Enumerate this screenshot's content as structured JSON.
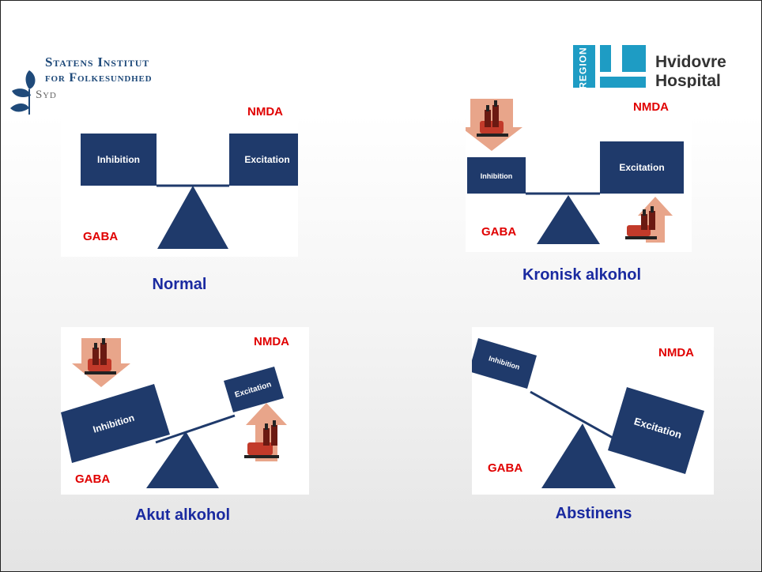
{
  "logo_left": {
    "line1": "Statens Institut",
    "line2": "for Folkesundhed",
    "line3": "Syd"
  },
  "logo_right": {
    "region_text": "REGION",
    "hospital_line1": "Hvidovre",
    "hospital_line2": "Hospital"
  },
  "colors": {
    "block": "#1f3a6b",
    "receptor_label": "#e00000",
    "caption": "#1a2aa0",
    "logo_teal": "#1e9cc4"
  },
  "panels": [
    {
      "caption": "Normal",
      "nmda": "NMDA",
      "gaba": "GABA",
      "inhibition": "Inhibition",
      "excitation": "Excitation"
    },
    {
      "caption": "Kronisk alkohol",
      "nmda": "NMDA",
      "gaba": "GABA",
      "inhibition": "Inhibition",
      "excitation": "Excitation"
    },
    {
      "caption": "Akut alkohol",
      "nmda": "NMDA",
      "gaba": "GABA",
      "inhibition": "Inhibition",
      "excitation": "Excitation"
    },
    {
      "caption": "Abstinens",
      "nmda": "NMDA",
      "gaba": "GABA",
      "inhibition": "Inhibition",
      "excitation": "Excitation"
    }
  ]
}
